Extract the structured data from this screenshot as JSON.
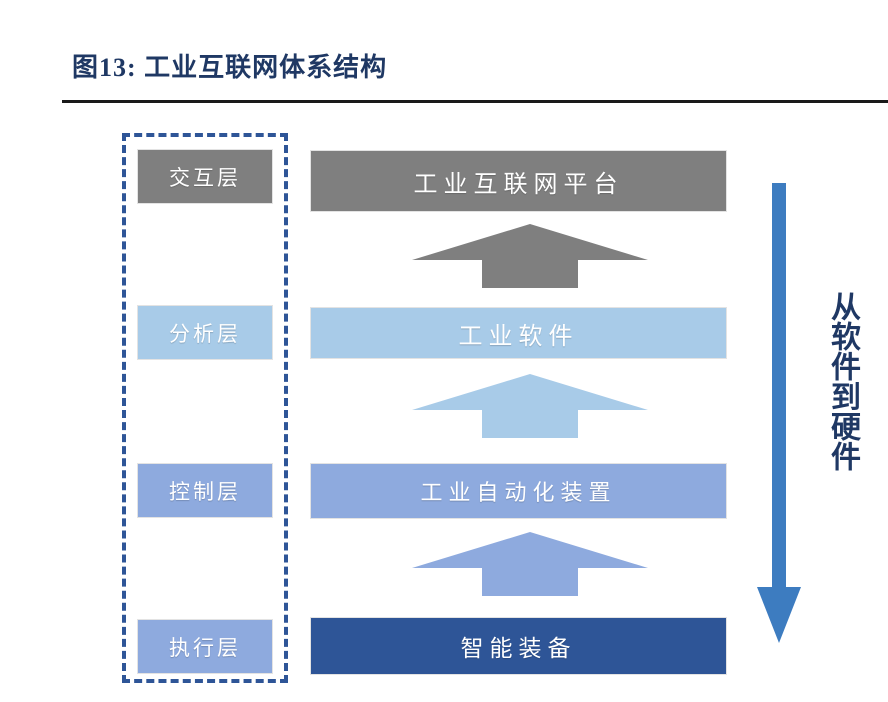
{
  "title": {
    "text": "图13: 工业互联网体系结构"
  },
  "colors": {
    "title_navy": "#1f3864",
    "rule": "#1a1a1a",
    "dashed_border": "#2e5597",
    "gray": "#7f7f7f",
    "light_blue": "#a8cbe8",
    "medium_blue": "#8eaade",
    "dark_blue": "#2e5597",
    "arrow_blue": "#3d7cc0"
  },
  "diagram": {
    "layers": [
      {
        "label": "交互层",
        "color": "#7f7f7f"
      },
      {
        "label": "分析层",
        "color": "#a8cbe8"
      },
      {
        "label": "控制层",
        "color": "#8eaade"
      },
      {
        "label": "执行层",
        "color": "#8eaade"
      }
    ],
    "stack": [
      {
        "label": "工业互联网平台",
        "color": "#7f7f7f"
      },
      {
        "label": "工业软件",
        "color": "#a8cbe8"
      },
      {
        "label": "工业自动化装置",
        "color": "#8eaade"
      },
      {
        "label": "智能装备",
        "color": "#2e5597"
      }
    ],
    "arrows_up": [
      {
        "color": "#7f7f7f"
      },
      {
        "color": "#a8cbe8"
      },
      {
        "color": "#8eaade"
      }
    ],
    "flow_arrow": {
      "direction": "down",
      "color": "#3d7cc0",
      "caption": "从软件到硬件"
    }
  }
}
